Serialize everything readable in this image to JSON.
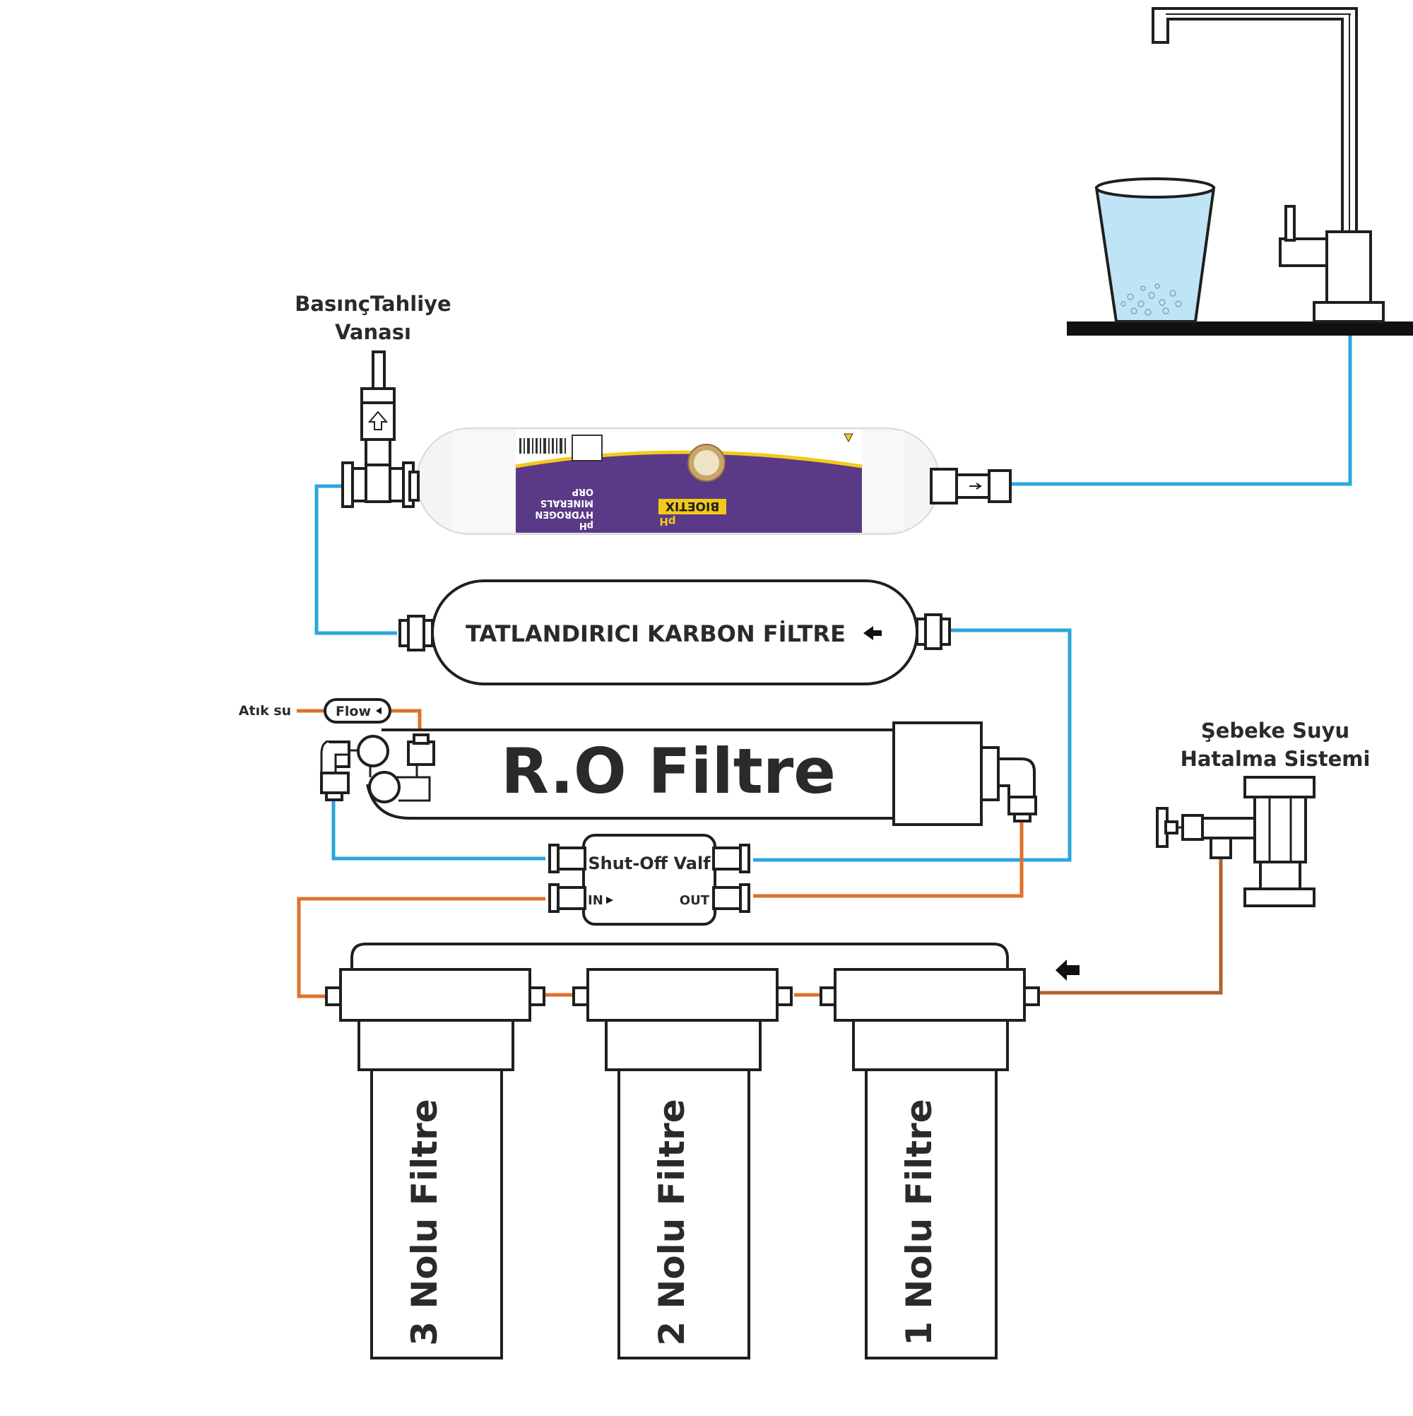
{
  "labels": {
    "pressure_valve_line1": "BasınçTahliye",
    "pressure_valve_line2": "Vanası",
    "carbon_filter": "TATLANDIRICI KARBON FİLTRE",
    "waste_water": "Atık su",
    "flow": "Flow",
    "ro_filter": "R.O Filtre",
    "mains_line1": "Şebeke Suyu",
    "mains_line2": "Hatalma Sistemi",
    "shutoff_valve": "Shut-Off Valf",
    "shutoff_in": "IN",
    "shutoff_out": "OUT",
    "filter_3": "3 Nolu Filtre",
    "filter_2": "2 Nolu Filtre",
    "filter_1": "1 Nolu Filtre"
  },
  "ph_cartridge": {
    "brand": "BIOETIX",
    "ph": "pH",
    "features": [
      "pH",
      "HYDROGEN",
      "MINERALS",
      "ORP"
    ],
    "label_colors": {
      "purple": "#5a3a86",
      "yellow": "#f3c91b",
      "gold": "#c9a56a"
    }
  },
  "colors": {
    "blue_pipe": "#2ba6de",
    "orange_pipe": "#e0712a",
    "brown_pipe": "#b5602a",
    "outline": "#1f1f1f",
    "water": "#bfe4f5"
  }
}
